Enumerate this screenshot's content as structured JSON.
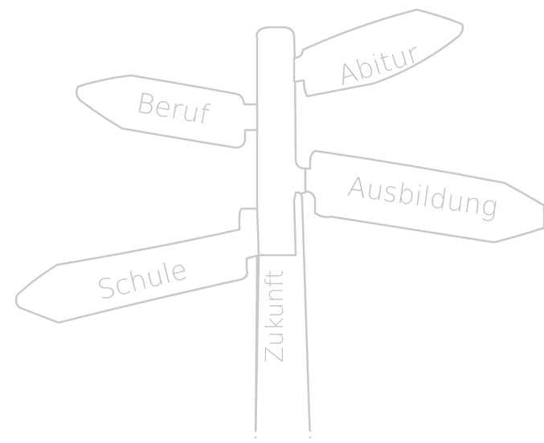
{
  "signs": {
    "abitur": "Abitur",
    "beruf": "Beruf",
    "ausbildung": "Ausbildung",
    "schule": "Schule"
  },
  "post": {
    "label": "Zukunft"
  },
  "palette": {
    "line": "#c9c9c9",
    "text": "#c4c4c4",
    "background": "#ffffff"
  }
}
